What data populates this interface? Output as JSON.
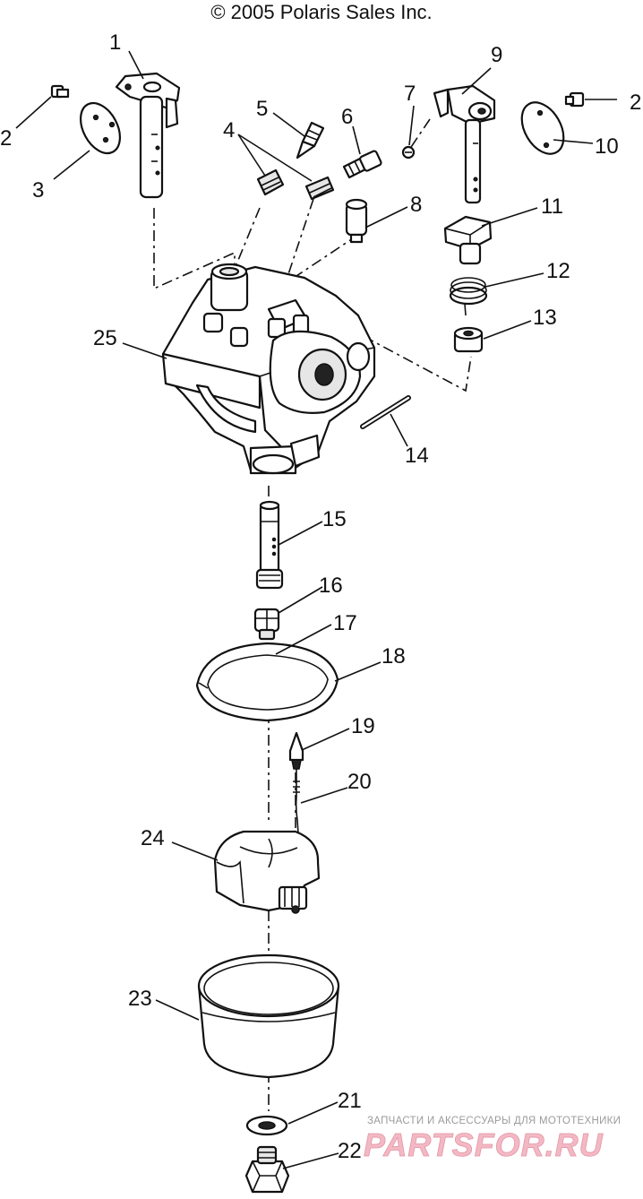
{
  "copyright": "© 2005 Polaris Sales Inc.",
  "callouts": [
    "1",
    "2",
    "2",
    "3",
    "4",
    "5",
    "6",
    "7",
    "8",
    "9",
    "10",
    "11",
    "12",
    "13",
    "14",
    "15",
    "16",
    "17",
    "18",
    "19",
    "20",
    "21",
    "22",
    "23",
    "24",
    "25"
  ],
  "watermark": {
    "tagline": "ЗАПЧАСТИ И АКСЕССУАРЫ ДЛЯ МОТОТЕХНИКИ",
    "logo": "PARTSFOR.RU"
  }
}
